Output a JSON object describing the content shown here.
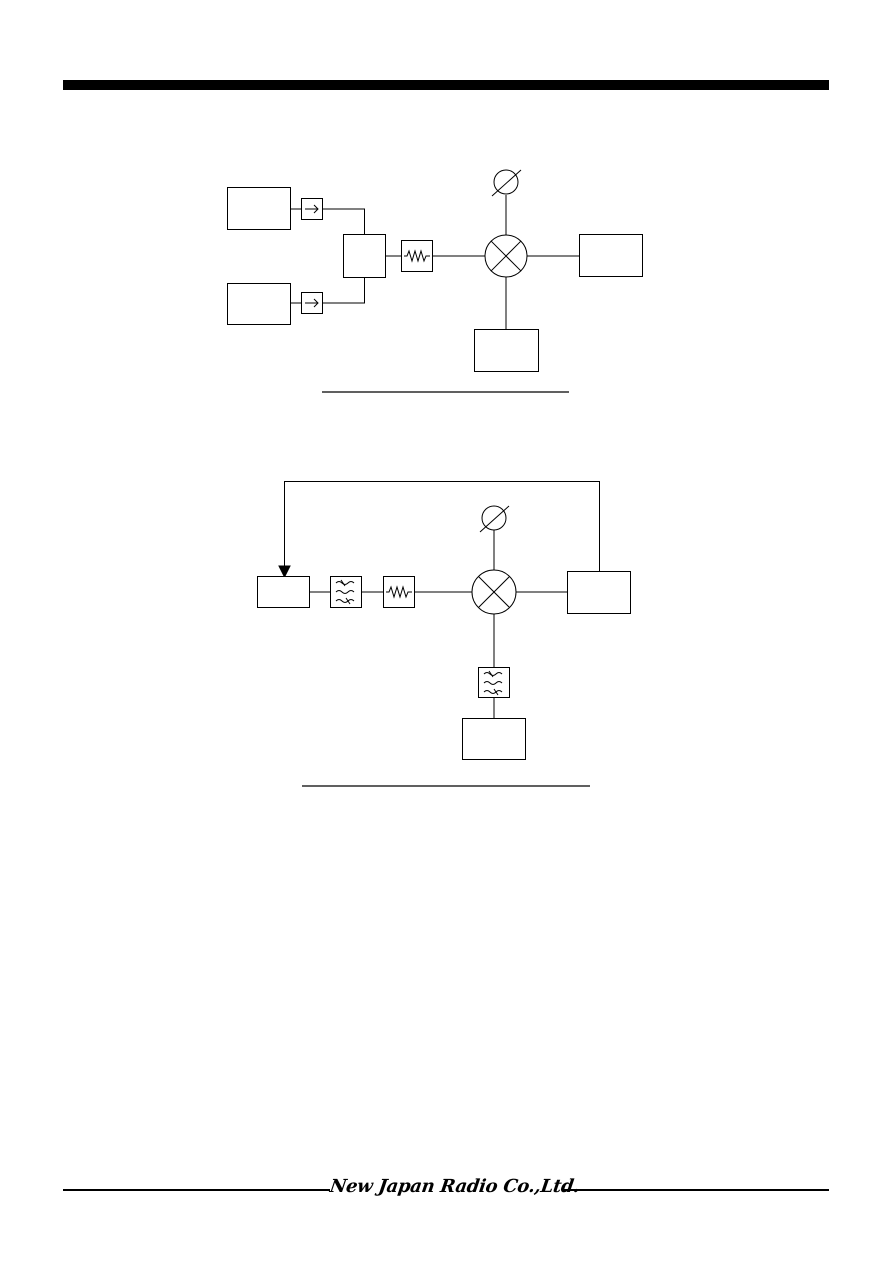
{
  "page": {
    "background_color": "#ffffff",
    "ink_color": "#000000"
  },
  "diagram_1": {
    "blocks": [
      "signal-generator-1",
      "signal-generator-2",
      "combiner",
      "attenuator",
      "mixer",
      "oscillator-port-block",
      "output-block"
    ],
    "caption": ""
  },
  "diagram_2": {
    "blocks": [
      "source-block",
      "filter-1",
      "attenuator",
      "mixer",
      "output-block",
      "filter-2",
      "bottom-block"
    ],
    "caption": ""
  },
  "footer": {
    "company_logo": "New Japan Radio Co.,Ltd."
  }
}
